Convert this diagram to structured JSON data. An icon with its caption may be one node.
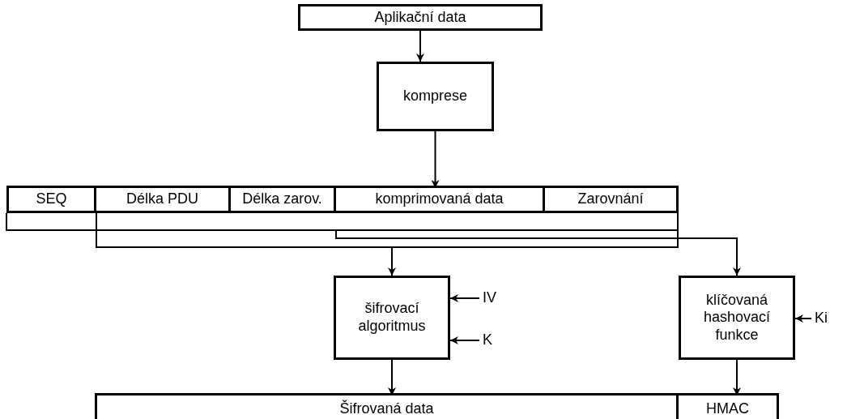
{
  "diagram": {
    "nodes": [
      {
        "text": [
          "Aplikační data"
        ]
      },
      {
        "text": [
          "komprese"
        ]
      },
      {
        "text": [],
        "shape": "box"
      },
      {
        "text": [
          "SEQ"
        ],
        "in": 2
      },
      {
        "text": [
          "Délka PDU"
        ],
        "in": 2
      },
      {
        "text": [
          "Délka zarov."
        ],
        "in": 2
      },
      {
        "text": [
          "komprimovaná data"
        ],
        "in": 2
      },
      {
        "text": [
          "Zarovnání"
        ],
        "in": 2
      },
      {
        "text": [
          "šifrovací algoritmus"
        ]
      },
      {
        "text": [
          "IV"
        ]
      },
      {
        "text": [
          "K"
        ]
      },
      {
        "text": [
          "klíčovaná hashovací funkce"
        ]
      },
      {
        "text": [
          "Ki"
        ]
      },
      {
        "text": [],
        "shape": "box"
      },
      {
        "text": [
          "Šifrovaná data"
        ],
        "in": 13
      },
      {
        "text": [
          "HMAC"
        ],
        "in": 13
      }
    ],
    "edges": [
      {
        "from": 0,
        "to": 1,
        "arrow": "to"
      },
      {
        "from": 1,
        "to": 6,
        "arrow": "to"
      },
      {
        "from": 2,
        "to": 8,
        "arrow": "to"
      },
      {
        "from": 2,
        "to": 11,
        "arrow": "to"
      },
      {
        "from": 9,
        "to": 8,
        "arrow": "to"
      },
      {
        "from": 10,
        "to": 8,
        "arrow": "to"
      },
      {
        "from": 12,
        "to": 11,
        "arrow": "to"
      },
      {
        "from": 8,
        "to": 14,
        "arrow": "to"
      },
      {
        "from": 11,
        "to": 15,
        "arrow": "to"
      }
    ]
  }
}
